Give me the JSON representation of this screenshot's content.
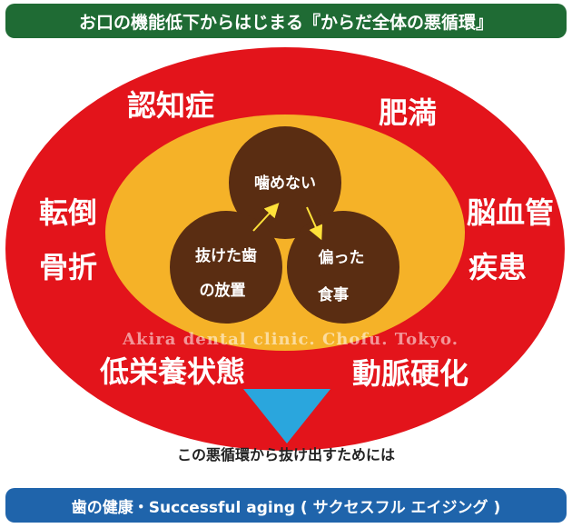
{
  "header": {
    "title": "お口の機能低下からはじまる『からだ全体の悪循環』"
  },
  "outer_ring": {
    "labels": {
      "top_left": "認知症",
      "top_right": "肥満",
      "left_1": "転倒",
      "left_2": "骨折",
      "right_1": "脳血管",
      "right_2": "疾患",
      "bottom_left": "低栄養状態",
      "bottom_right": "動脈硬化"
    }
  },
  "inner_circles": {
    "top": "噛めない",
    "left_line1": "抜けた歯",
    "left_line2": "の放置",
    "right_line1": "偏った",
    "right_line2": "食事"
  },
  "watermark": "Akira dental clinic. Chofu. Tokyo.",
  "caption": "この悪循環から抜け出すためには",
  "footer": {
    "title": "歯の健康・Successful aging ( サクセスフル エイジング )"
  },
  "colors": {
    "outer_ellipse": "#e3141b",
    "inner_ellipse": "#f5b228",
    "circle": "#5a2d12",
    "arrow": "#ffe23a",
    "funnel": "#2aa6dd",
    "top_banner": "#1f6b34",
    "bottom_banner": "#1f64ab"
  }
}
